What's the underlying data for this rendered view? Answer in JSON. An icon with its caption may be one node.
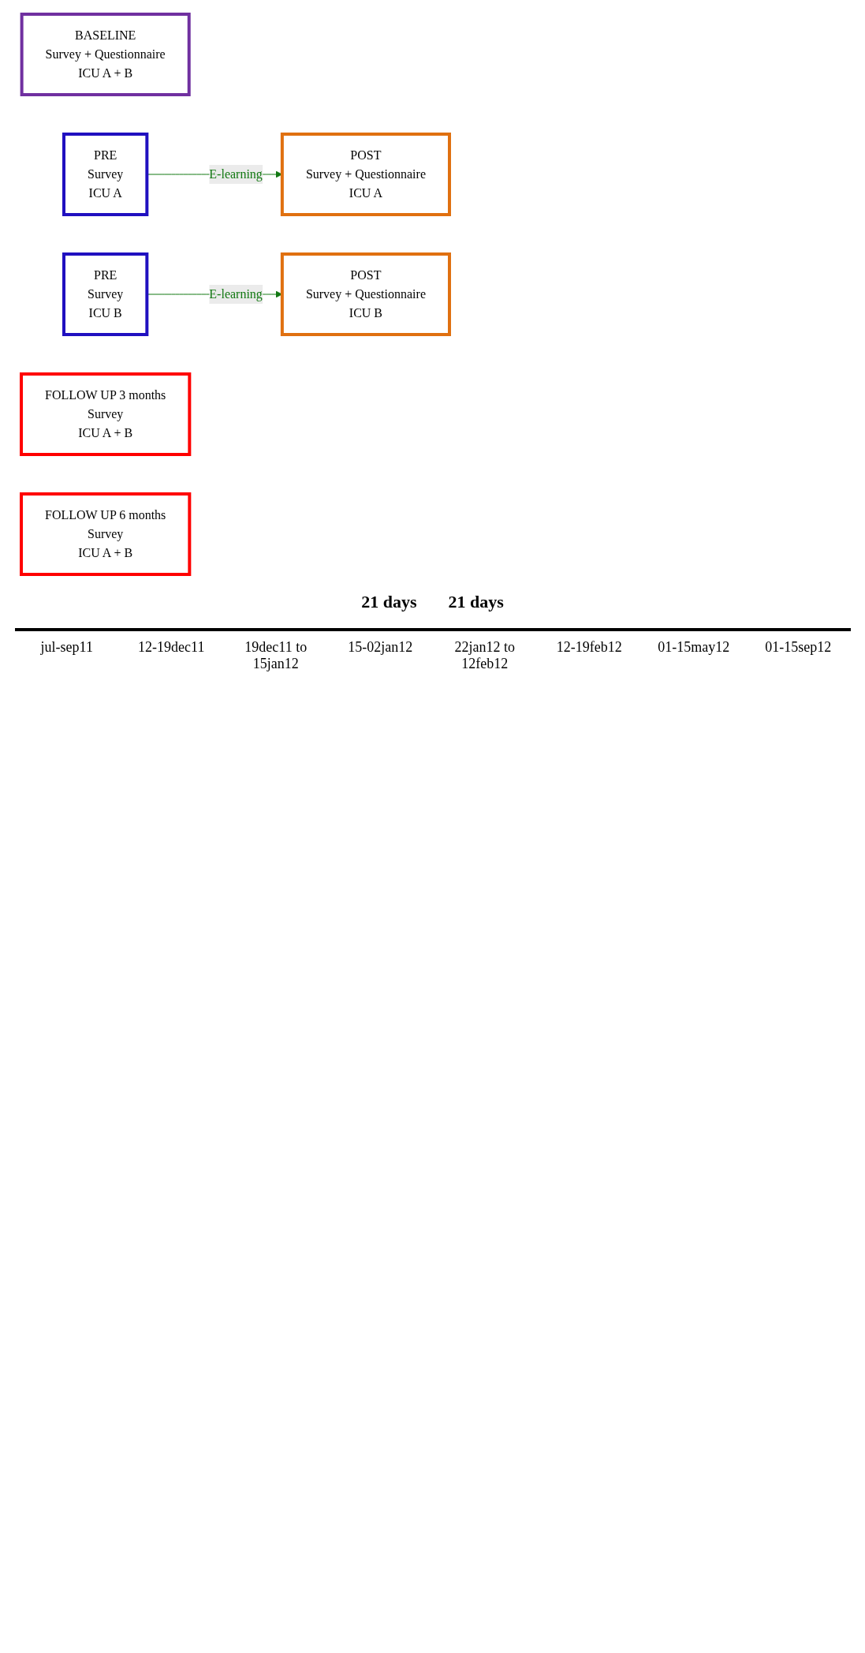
{
  "diagram": {
    "nodes": [
      {
        "text": [
          "BASELINE",
          "Survey + Questionnaire",
          "ICU A + B"
        ]
      },
      {
        "text": [
          "PRE",
          "Survey",
          "ICU A"
        ]
      },
      {
        "text": [
          "POST",
          "Survey + Questionnaire",
          "ICU A"
        ]
      },
      {
        "text": [
          "PRE",
          "Survey",
          "ICU B"
        ]
      },
      {
        "text": [
          "POST",
          "Survey + Questionnaire",
          "ICU B"
        ]
      },
      {
        "text": [
          "FOLLOW UP 3 months",
          "Survey",
          "ICU A + B"
        ]
      },
      {
        "text": [
          "FOLLOW UP 6 months",
          "Survey",
          "ICU A + B"
        ]
      }
    ],
    "edges": [
      {
        "from": 1,
        "to": 2,
        "arrow": "to",
        "label": "E-learning",
        "color": "#127812"
      },
      {
        "from": 3,
        "to": 4,
        "arrow": "to",
        "label": "E-learning",
        "color": "#127812"
      }
    ],
    "labels": [
      "21 days",
      "21 days",
      "jul-sep11",
      "12-19dec11",
      "19dec11 to 15jan12",
      "15-02jan12",
      "22jan12 to 12feb12",
      "12-19feb12",
      "01-15may12",
      "01-15sep12"
    ]
  }
}
